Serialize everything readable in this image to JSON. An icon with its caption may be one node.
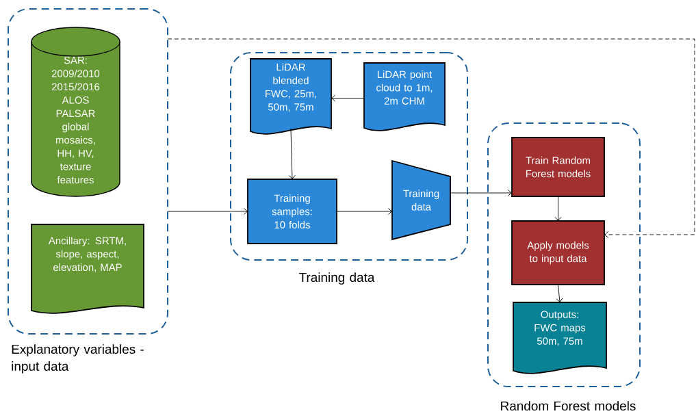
{
  "diagram": {
    "nodes": [
      {
        "text": [
          "Explanatory variables - input data"
        ]
      },
      {
        "text": [
          "SAR: 2009/2010 2015/2016 ALOS PALSAR global mosaics, HH, HV, texture features"
        ],
        "in": 0
      },
      {
        "text": [
          "Ancillary: SRTM, slope, aspect, elevation, MAP"
        ],
        "in": 0
      },
      {
        "text": [
          "Training data"
        ]
      },
      {
        "text": [
          "LiDAR blended FWC, 25m, 50m, 75m"
        ],
        "in": 3
      },
      {
        "text": [
          "LiDAR point cloud to 1m, 2m CHM"
        ],
        "in": 3
      },
      {
        "text": [
          "Training samples: 10 folds"
        ],
        "in": 3
      },
      {
        "text": [
          "Training data"
        ],
        "in": 3
      },
      {
        "text": [
          "Random Forest models"
        ]
      },
      {
        "text": [
          "Train Random Forest models"
        ],
        "in": 8
      },
      {
        "text": [
          "Apply models to input data"
        ],
        "in": 8
      },
      {
        "text": [
          "Outputs: FWC maps 50m, 75m"
        ],
        "in": 8
      }
    ],
    "edges": [
      {
        "from": 5,
        "to": 4,
        "arrow": "to"
      },
      {
        "from": 4,
        "to": 6,
        "arrow": "to"
      },
      {
        "from": 0,
        "to": 6,
        "arrow": "to"
      },
      {
        "from": 6,
        "to": 7,
        "arrow": "to"
      },
      {
        "from": 7,
        "to": 9,
        "arrow": "to"
      },
      {
        "from": 9,
        "to": 10,
        "arrow": "to"
      },
      {
        "from": 10,
        "to": 11,
        "arrow": "to"
      },
      {
        "from": 0,
        "to": 10,
        "arrow": "to",
        "style": "dashed"
      }
    ]
  }
}
